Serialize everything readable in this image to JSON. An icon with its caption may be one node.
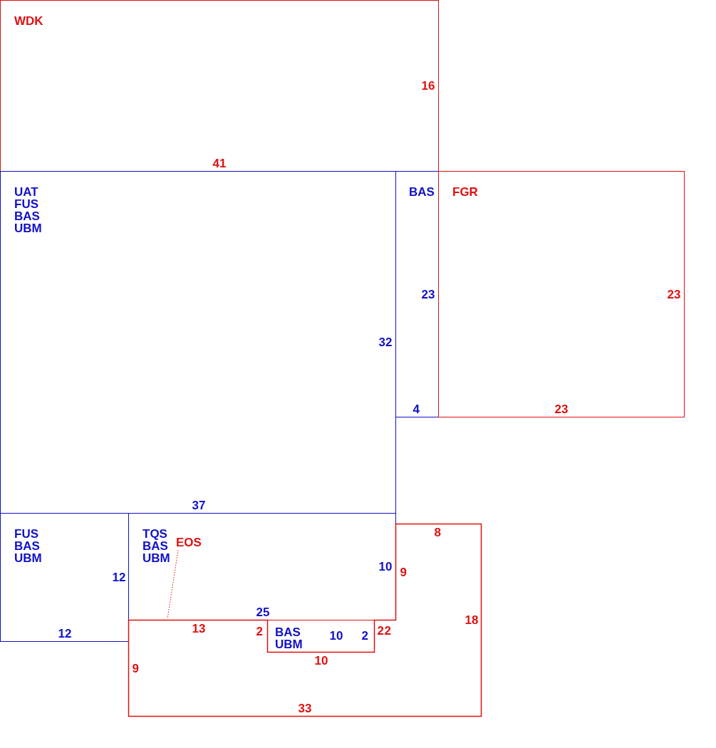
{
  "diagram": {
    "nodes": [
      {
        "text": [
          "WDK"
        ]
      },
      {
        "text": [
          "UAT",
          "FUS",
          "BAS",
          "UBM"
        ]
      },
      {
        "text": [
          "BAS"
        ]
      },
      {
        "text": [
          "FGR"
        ]
      },
      {
        "text": [
          "FUS",
          "BAS",
          "UBM"
        ]
      },
      {
        "text": [
          "TQS",
          "BAS",
          "UBM"
        ]
      },
      {
        "text": [
          "EOS"
        ],
        "in": 5
      },
      {
        "text": [],
        "shape": "box"
      },
      {
        "text": [
          "BAS",
          "UBM"
        ]
      }
    ],
    "edges": [
      {
        "from": 6,
        "to": 7,
        "arrow": "none",
        "style": "dashed"
      }
    ],
    "labels": [
      "16",
      "41",
      "23",
      "23",
      "32",
      "4",
      "23",
      "37",
      "8",
      "10",
      "9",
      "12",
      "18",
      "25",
      "12",
      "13",
      "2",
      "10",
      "2",
      "2",
      "2",
      "10",
      "9",
      "33"
    ]
  }
}
